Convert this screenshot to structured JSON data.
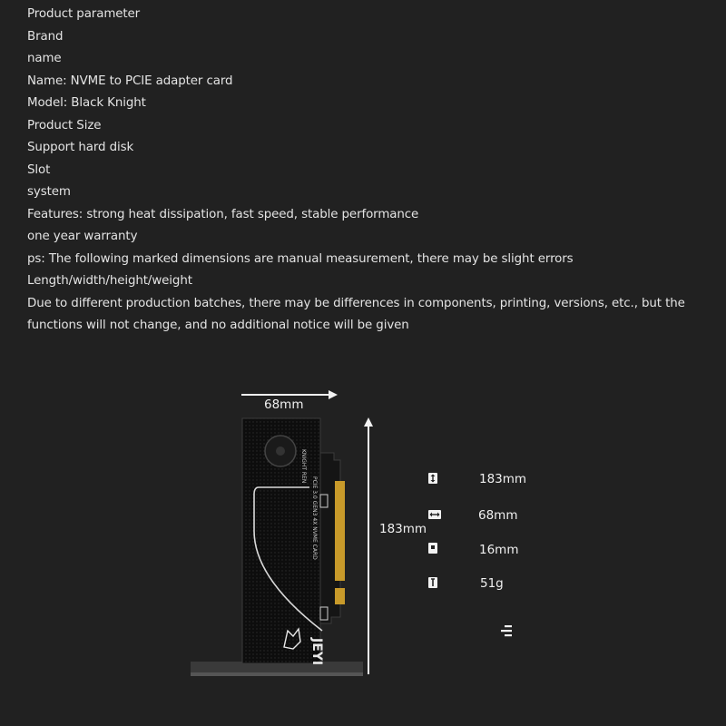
{
  "text_lines": [
    "Product parameter",
    "Brand",
    "name",
    "Name: NVME to PCIE adapter card",
    "Model: Black Knight",
    "Product Size",
    "Support hard disk",
    "Slot",
    "system",
    "Features: strong heat dissipation, fast speed, stable performance",
    "one year warranty",
    "ps: The following marked dimensions are manual measurement, there may be slight errors",
    "Length/width/height/weight",
    "Due to different production batches, there may be differences in components, printing, versions, etc., but the functions will not change, and no additional notice will be given"
  ],
  "diagram": {
    "width_label": "68mm",
    "height_label": "183mm",
    "card_brand": "JEYI",
    "card_text": "PCIE 3.0 GEN3 4X NVME CARD",
    "card_series": "KNIGHT REN",
    "card_color": "#0b0b0b",
    "contact_color": "#c89a2a"
  },
  "specs": [
    {
      "icon": "height-arrow-icon",
      "value": "183mm"
    },
    {
      "icon": "width-arrow-icon",
      "value": "68mm"
    },
    {
      "icon": "thickness-icon",
      "value": "16mm"
    },
    {
      "icon": "weight-icon",
      "value": "51g"
    }
  ]
}
